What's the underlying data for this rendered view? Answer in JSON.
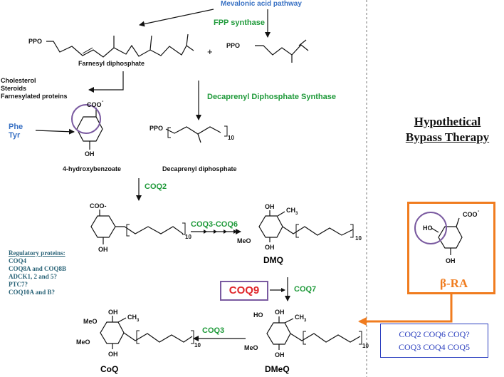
{
  "top_source": "Mevalonic acid pathway",
  "enzymes": {
    "fpp_synthase": "FPP synthase",
    "decaprenyl_synthase": "Decaprenyl Diphosphate Synthase",
    "coq2": "COQ2",
    "coq3_coq6": "COQ3-COQ6",
    "coq7": "COQ7",
    "coq3": "COQ3",
    "coq9": "COQ9"
  },
  "plus_sign": "+",
  "compounds": {
    "farnesyl": "Farnesyl diphosphate",
    "hydroxybenzoate": "4-hydroxybenzoate",
    "decaprenyl": "Decaprenyl diphosphate",
    "dmq": "DMQ",
    "dmeq": "DMeQ",
    "coq": "CoQ",
    "beta_ra": "β-RA"
  },
  "branch_products": [
    "Cholesterol",
    "Steroids",
    "Farnesylated proteins"
  ],
  "amino_acids": [
    "Phe",
    "Tyr"
  ],
  "atoms": {
    "ppo": "PPO",
    "cooh_minus": "COO",
    "cooh_dash": "COO-",
    "minus": "-",
    "oh": "OH",
    "ho": "HO",
    "meo": "MeO",
    "ch3": "CH",
    "three": "3",
    "subscript_10": "10"
  },
  "regulatory": {
    "heading": "Regulatory proteins:",
    "items": [
      "COQ4",
      "COQ8A and COQ8B",
      "ADCK1, 2 and 5?",
      "PTC7?",
      "COQ10A and B?"
    ]
  },
  "bypass_title": [
    "Hypothetical",
    "Bypass Therapy"
  ],
  "gene_box": [
    "COQ2 COQ6 COQ?",
    "COQ3 COQ4 COQ5"
  ],
  "colors": {
    "enzyme_green": "#1f9a3a",
    "pathway_blue": "#3a72c4",
    "regulatory_teal": "#2b6478",
    "bypass_orange": "#f07c1f",
    "coq9_red": "#e0262a",
    "circle_purple": "#7a5aa0",
    "gene_box_blue": "#2b3fbf"
  }
}
